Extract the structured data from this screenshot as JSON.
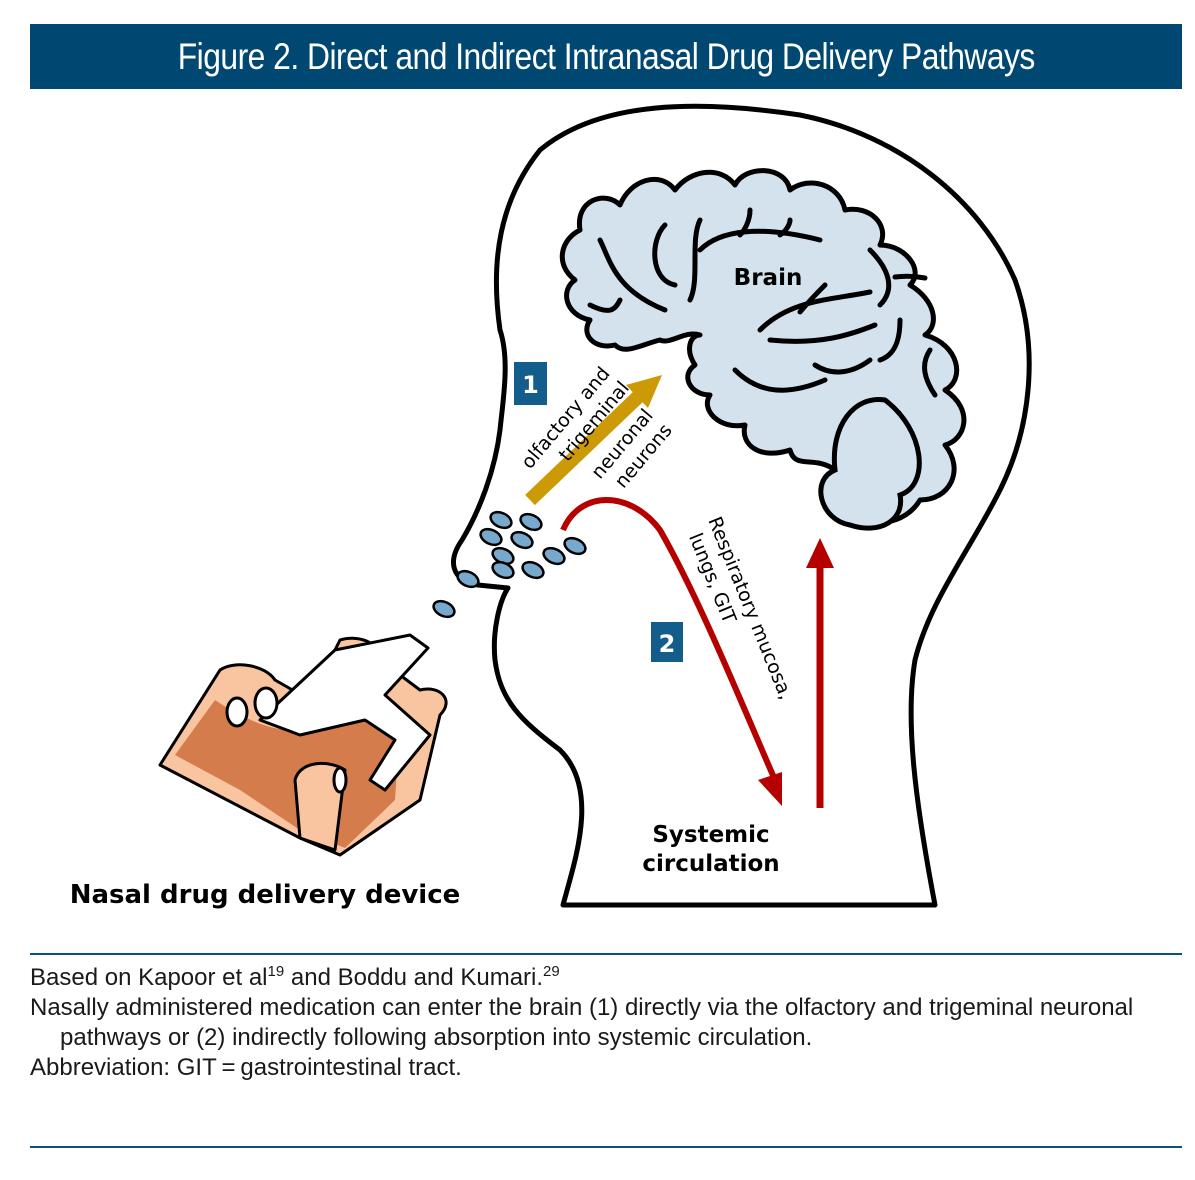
{
  "title": "Figure 2. Direct and Indirect Intranasal Drug Delivery Pathways",
  "diagram": {
    "brain_label": "Brain",
    "pathway1": {
      "badge": "1",
      "label_line1": "olfactory and",
      "label_line2": "trigeminal",
      "label_line3": "neuronal",
      "label_line4": "neurons",
      "arrow_color": "#cc9a06"
    },
    "pathway2": {
      "badge": "2",
      "label_line1": "Respiratory mucosa,",
      "label_line2": "lungs, GIT",
      "arrow_color": "#b60000"
    },
    "systemic_line1": "Systemic",
    "systemic_line2": "circulation",
    "device_label": "Nasal drug delivery device",
    "colors": {
      "title_bg": "#004872",
      "badge_bg": "#135d8c",
      "brain_fill": "#d3e2ec",
      "droplet_fill": "#78a8cc",
      "skin_light": "#f9c4a0",
      "skin_dark": "#d57c4d"
    }
  },
  "footnote": {
    "line1_pre": "Based on Kapoor et al",
    "ref1": "19",
    "line1_mid": " and Boddu and Kumari.",
    "ref2": "29",
    "line2": "Nasally administered medication can enter the brain (1) directly via the olfactory and trigeminal neuronal pathways or (2) indirectly following absorption into systemic circulation.",
    "line3": "Abbreviation: GIT = gastrointestinal tract."
  }
}
